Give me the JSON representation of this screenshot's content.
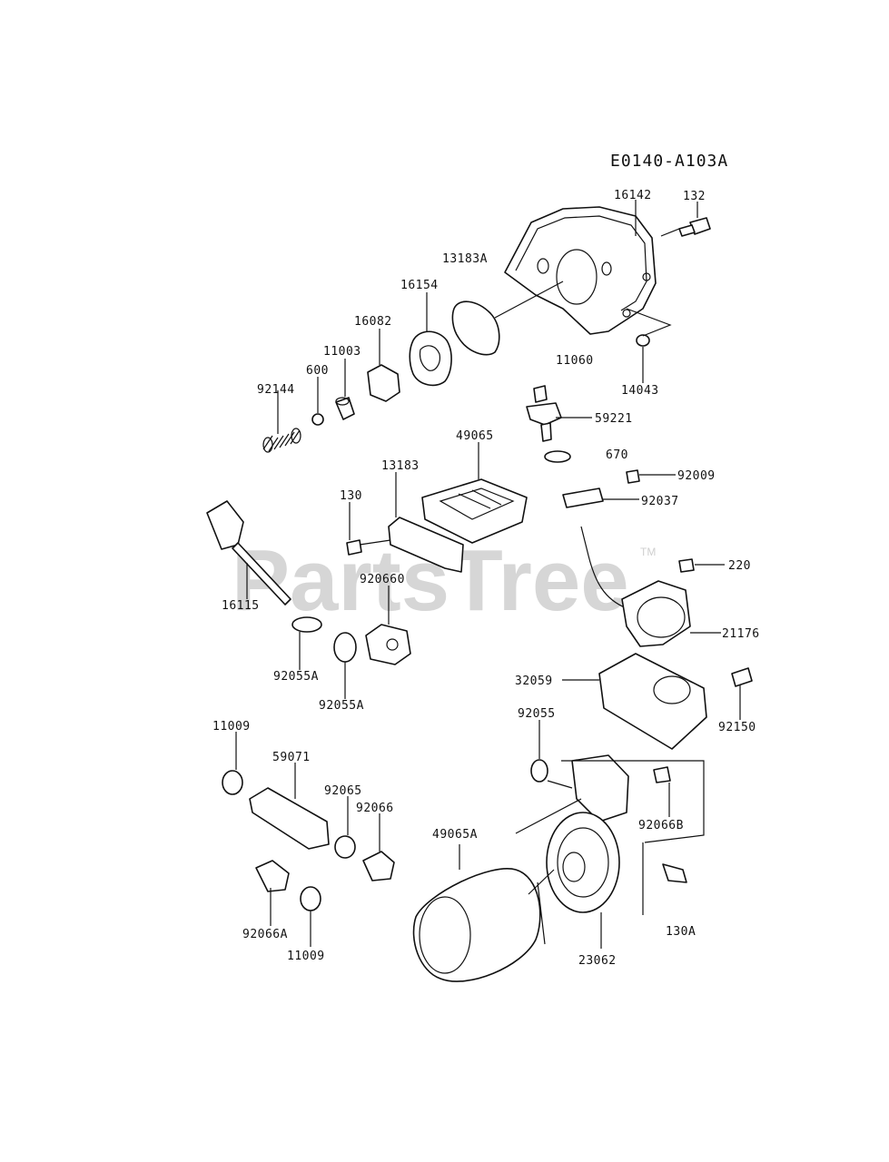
{
  "diagram_code": "E0140-A103A",
  "watermark": {
    "text": "PartsTree",
    "tm": "TM"
  },
  "parts": [
    "16142",
    "132",
    "13183A",
    "16154",
    "16082",
    "11003",
    "600",
    "92144",
    "11060",
    "14043",
    "59221",
    "49065",
    "13183",
    "670",
    "92009",
    "92037",
    "130",
    "16115",
    "220",
    "920660",
    "21176",
    "92055A",
    "92055A",
    "32059",
    "92150",
    "11009",
    "92055",
    "59071",
    "92065",
    "92066",
    "92066B",
    "49065A",
    "92066A",
    "11009",
    "130A",
    "23062"
  ]
}
